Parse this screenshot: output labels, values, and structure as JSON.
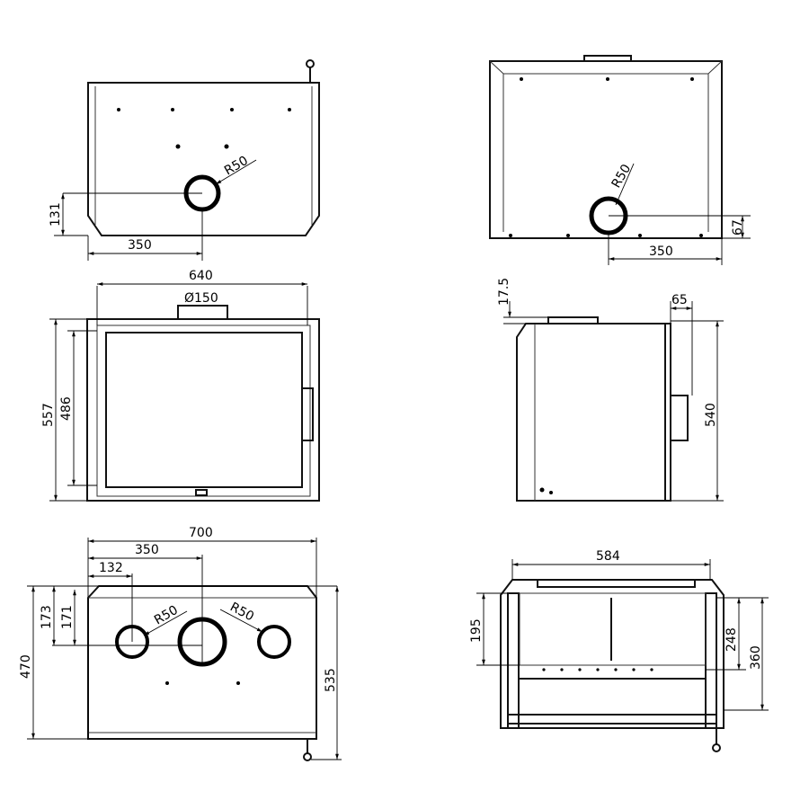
{
  "views": {
    "top_rear": {
      "radius": "R50",
      "height_dim": "131",
      "width_dim": "350"
    },
    "top_front": {
      "radius": "R50",
      "height_dim": "67",
      "width_dim": "350"
    },
    "front": {
      "width_dim": "640",
      "flue_dim": "Ø150",
      "outer_height": "557",
      "inner_height": "486"
    },
    "side": {
      "offset_dim": "17.5",
      "handle_dim": "65",
      "height_dim": "540"
    },
    "top": {
      "width_dim": "700",
      "center_dim": "350",
      "left_dim": "132",
      "dim_173": "173",
      "dim_171": "171",
      "radius_left": "R50",
      "radius_right": "R50",
      "depth_dim": "470",
      "depth_total": "535"
    },
    "section": {
      "width_dim": "584",
      "dim_195": "195",
      "dim_248": "248",
      "dim_360": "360"
    }
  }
}
